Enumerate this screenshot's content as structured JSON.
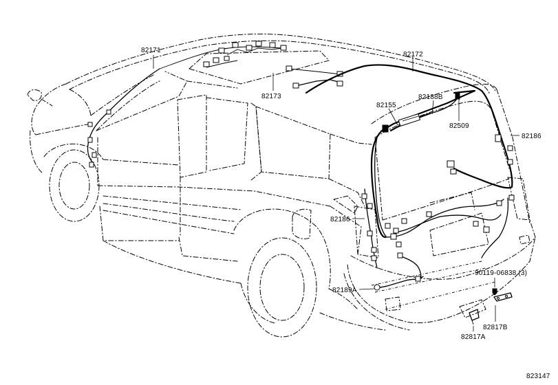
{
  "diagram": {
    "parts": [
      {
        "id": "p82171",
        "number": "82171"
      },
      {
        "id": "p82172",
        "number": "82172"
      },
      {
        "id": "p82173",
        "number": "82173"
      },
      {
        "id": "p82155",
        "number": "82155"
      },
      {
        "id": "p82188B",
        "number": "82188B"
      },
      {
        "id": "p82509",
        "number": "82509"
      },
      {
        "id": "p82186a",
        "number": "82186"
      },
      {
        "id": "p82186b",
        "number": "82186"
      },
      {
        "id": "p90119",
        "number": "90119-06838 (3)"
      },
      {
        "id": "p82189A",
        "number": "82189A"
      },
      {
        "id": "p82817B",
        "number": "82817B"
      },
      {
        "id": "p82817A",
        "number": "82817A"
      }
    ],
    "figure_number": "823147"
  }
}
